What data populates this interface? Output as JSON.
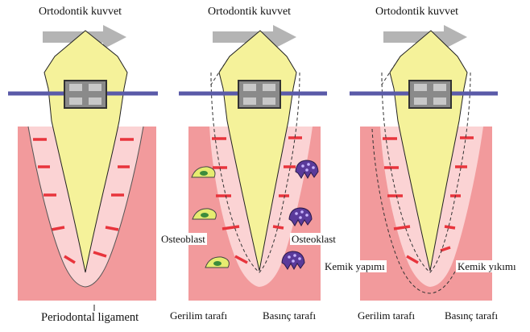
{
  "panels": [
    {
      "title": "Ortodontik kuvvet",
      "bottom_label": "Periodontal ligament"
    },
    {
      "title": "Ortodontik kuvvet",
      "cell_labels": {
        "left": "Osteoblast",
        "right": "Osteoklast"
      },
      "bottom_labels": {
        "left": "Gerilim tarafı",
        "right": "Basınç tarafı"
      }
    },
    {
      "title": "Ortodontik kuvvet",
      "side_labels": {
        "left": "Kemik yapımı",
        "right": "Kemik yıkımı"
      },
      "bottom_labels": {
        "left": "Gerilim tarafı",
        "right": "Basınç tarafı"
      }
    }
  ],
  "colors": {
    "bone": "#f29a9c",
    "ligament": "#fbd3d4",
    "fiber": "#e8343c",
    "crown": "#f5f29a",
    "wire": "#5a5aa8",
    "bracket": "#8a8a8a",
    "arrow": "#b4b4b4",
    "osteoblast": "#e6ec70",
    "osteoclast": "#5a3a9a"
  }
}
